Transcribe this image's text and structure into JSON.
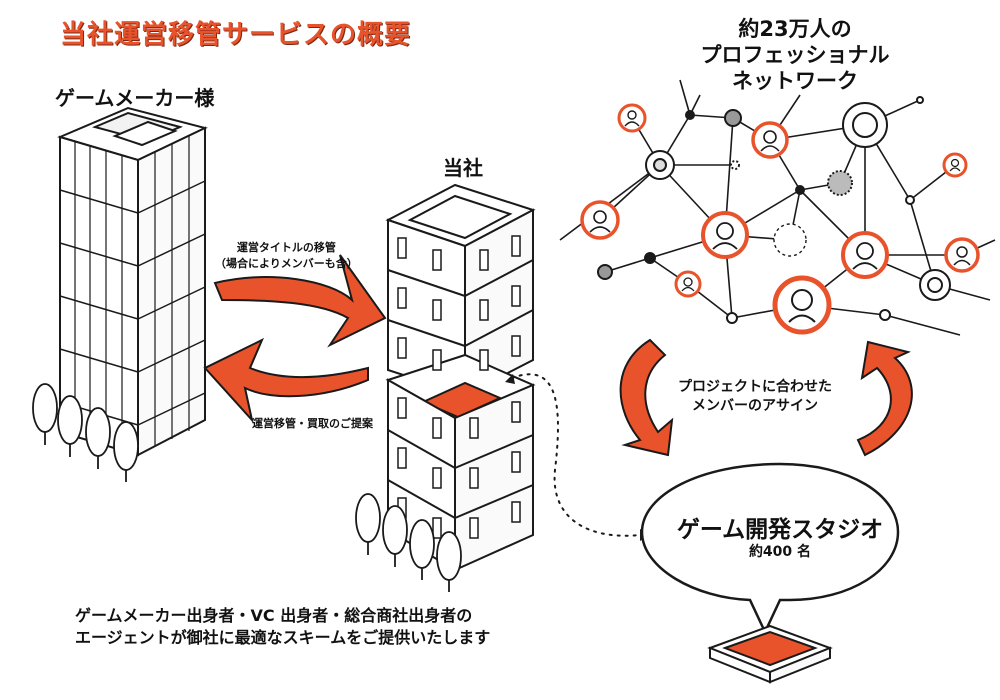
{
  "title": "当社運営移管サービスの概要",
  "maker_label": "ゲームメーカー様",
  "company_label": "当社",
  "network": {
    "line1": "約23万人の",
    "line2": "プロフェッショナル",
    "line3": "ネットワーク"
  },
  "transfer": {
    "line1": "運営タイトルの移管",
    "line2": "（場合によりメンバーも含）"
  },
  "proposal": "運営移管・買取のご提案",
  "assign": {
    "line1": "プロジェクトに合わせた",
    "line2": "メンバーのアサイン"
  },
  "studio": {
    "name": "ゲーム開発スタジオ",
    "count": "約400 名"
  },
  "footer": {
    "line1": "ゲームメーカー出身者・VC 出身者・総合商社出身者の",
    "line2": "エージェントが御社に最適なスキームをご提供いたします"
  },
  "colors": {
    "accent": "#e8532b",
    "ink": "#1a1a1a"
  }
}
